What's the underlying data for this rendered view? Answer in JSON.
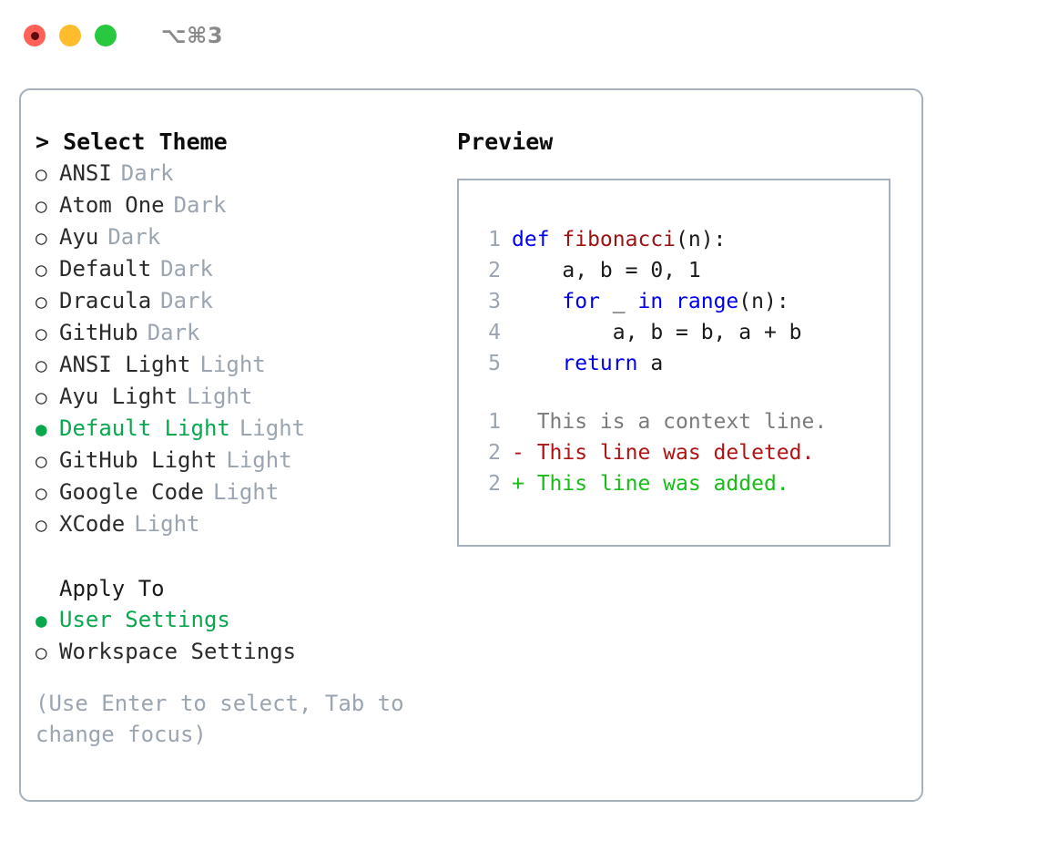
{
  "titlebar": {
    "lights": [
      {
        "name": "close-button",
        "color": "#ff6159"
      },
      {
        "name": "minimize-button",
        "color": "#ffbd2e"
      },
      {
        "name": "maximize-button",
        "color": "#28c840"
      }
    ],
    "shortcut": "⌥⌘3"
  },
  "theme_panel": {
    "header": "> Select Theme",
    "themes": [
      {
        "marker": "○",
        "label": "ANSI",
        "tag": "Dark",
        "selected": false
      },
      {
        "marker": "○",
        "label": "Atom One",
        "tag": "Dark",
        "selected": false
      },
      {
        "marker": "○",
        "label": "Ayu",
        "tag": "Dark",
        "selected": false
      },
      {
        "marker": "○",
        "label": "Default",
        "tag": "Dark",
        "selected": false
      },
      {
        "marker": "○",
        "label": "Dracula",
        "tag": "Dark",
        "selected": false
      },
      {
        "marker": "○",
        "label": "GitHub",
        "tag": "Dark",
        "selected": false
      },
      {
        "marker": "○",
        "label": "ANSI Light",
        "tag": "Light",
        "selected": false
      },
      {
        "marker": "○",
        "label": "Ayu Light",
        "tag": "Light",
        "selected": false
      },
      {
        "marker": "●",
        "label": "Default Light",
        "tag": "Light",
        "selected": true
      },
      {
        "marker": "○",
        "label": "GitHub Light",
        "tag": "Light",
        "selected": false
      },
      {
        "marker": "○",
        "label": "Google Code",
        "tag": "Light",
        "selected": false
      },
      {
        "marker": "○",
        "label": "XCode",
        "tag": "Light",
        "selected": false
      }
    ],
    "apply_to": {
      "title": "Apply To",
      "options": [
        {
          "marker": "●",
          "label": "User Settings",
          "selected": true
        },
        {
          "marker": "○",
          "label": "Workspace Settings",
          "selected": false
        }
      ]
    },
    "hint": "(Use Enter to select, Tab to change focus)"
  },
  "preview": {
    "title": "Preview",
    "code_lines": [
      {
        "num": "1",
        "tokens": [
          {
            "t": "def ",
            "k": "kw"
          },
          {
            "t": "fibonacci",
            "k": "fn"
          },
          {
            "t": "(n):",
            "k": "plain"
          }
        ]
      },
      {
        "num": "2",
        "tokens": [
          {
            "t": "    a, b = 0, 1",
            "k": "plain"
          }
        ]
      },
      {
        "num": "3",
        "tokens": [
          {
            "t": "    ",
            "k": "plain"
          },
          {
            "t": "for",
            "k": "kw"
          },
          {
            "t": " _ ",
            "k": "plain"
          },
          {
            "t": "in",
            "k": "kw"
          },
          {
            "t": " ",
            "k": "plain"
          },
          {
            "t": "range",
            "k": "kw"
          },
          {
            "t": "(n):",
            "k": "plain"
          }
        ]
      },
      {
        "num": "4",
        "tokens": [
          {
            "t": "        a, b = b, a + b",
            "k": "plain"
          }
        ]
      },
      {
        "num": "5",
        "tokens": [
          {
            "t": "    ",
            "k": "plain"
          },
          {
            "t": "return",
            "k": "kw"
          },
          {
            "t": " a",
            "k": "plain"
          }
        ]
      }
    ],
    "diff_lines": [
      {
        "num": "1",
        "text": "  This is a context line.",
        "kind": "ctx"
      },
      {
        "num": "2",
        "text": "- This line was deleted.",
        "kind": "del"
      },
      {
        "num": "2",
        "text": "+ This line was added.",
        "kind": "add"
      }
    ]
  },
  "colors": {
    "accent_green": "#0aa84e",
    "muted": "#9aa5b1",
    "border": "#a6b0bd",
    "keyword": "#0000ee",
    "function": "#9c1111",
    "diff_delete": "#b01414",
    "diff_add": "#18bd18"
  }
}
